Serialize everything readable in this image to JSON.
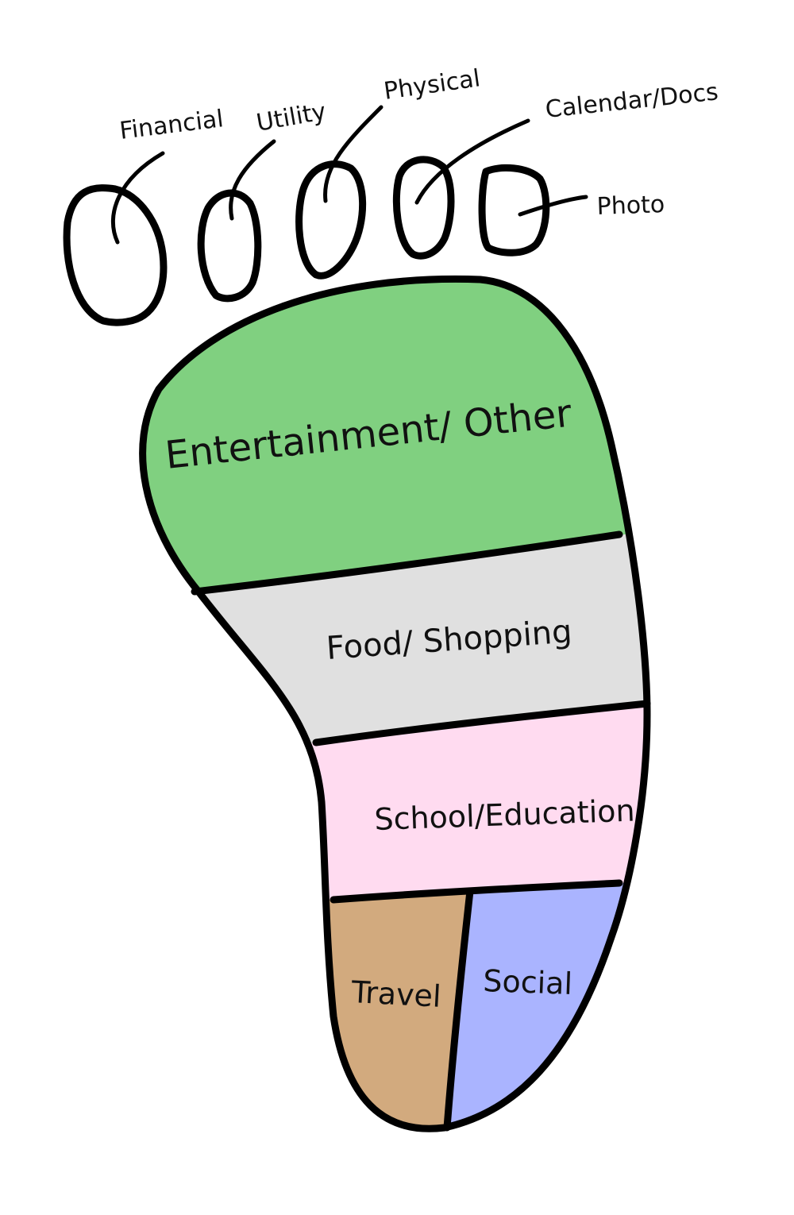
{
  "diagram": {
    "toes": [
      {
        "label": "Financial",
        "color": "#ffff88"
      },
      {
        "label": "Utility",
        "color": "#ffaaaa"
      },
      {
        "label": "Physical",
        "color": "#ffc47e"
      },
      {
        "label": "Calendar/Docs",
        "color": "#cc80ff"
      },
      {
        "label": "Photo",
        "color": "#80c2d3"
      }
    ],
    "sole": [
      {
        "label": "Entertainment/ Other",
        "color": "#80d080"
      },
      {
        "label": "Food/ Shopping",
        "color": "#e0e0e0"
      },
      {
        "label": "School/Education",
        "color": "#ffdbf0"
      },
      {
        "label": "Travel",
        "color": "#d2aa7e"
      },
      {
        "label": "Social",
        "color": "#aab4ff"
      }
    ]
  }
}
